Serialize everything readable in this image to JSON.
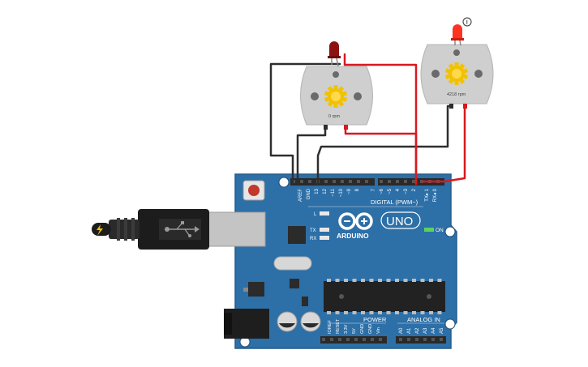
{
  "motor_left": {
    "rpm_label": "0 rpm"
  },
  "motor_right": {
    "rpm_label": "4218 rpm"
  },
  "board": {
    "brand": "ARDUINO",
    "model": "UNO",
    "on_label": "ON",
    "digital_header": "DIGITAL (PWM~)",
    "power_header": "POWER",
    "analog_header": "ANALOG IN",
    "led_l": "L",
    "led_tx": "TX",
    "led_rx": "RX",
    "top_pins": [
      "AREF",
      "GND",
      "13",
      "12",
      "~11",
      "~10",
      "~9",
      "8",
      "7",
      "~6",
      "~5",
      "4",
      "~3",
      "2",
      "TX▸ 1",
      "RX◂ 0"
    ],
    "power_pins": [
      "IOREF",
      "RESET",
      "3.3V",
      "5V",
      "GND",
      "GND",
      "Vin"
    ],
    "analog_pins": [
      "A0",
      "A1",
      "A2",
      "A3",
      "A4",
      "A5"
    ]
  },
  "warning_mark": "!",
  "colors": {
    "board": "#2d6fa7",
    "board_edge": "#245c8c",
    "wire_black": "#2e2e2e",
    "wire_red": "#d8191f",
    "motor_body": "#cfcfcf",
    "gear": "#f2c200",
    "led_on": "#ff3322",
    "led_off": "#8c1111"
  }
}
